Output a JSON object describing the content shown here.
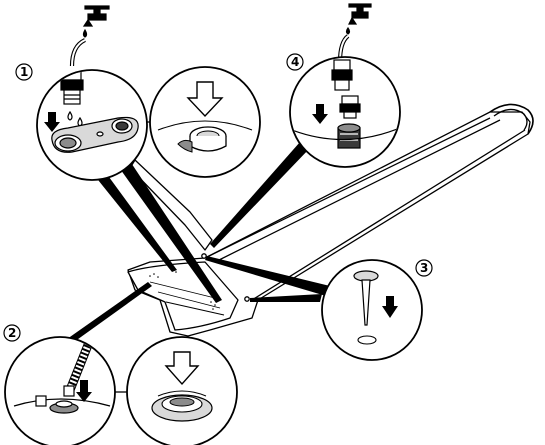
{
  "steps": [
    {
      "id": "1",
      "label": "1"
    },
    {
      "id": "2",
      "label": "2"
    },
    {
      "id": "3",
      "label": "3"
    },
    {
      "id": "4",
      "label": "4"
    }
  ],
  "colors": {
    "line": "#000000",
    "fill": "#ffffff",
    "grey_light": "#d9d9d9",
    "grey_mid": "#8c8c8c",
    "grey_dark": "#3a3a3a"
  },
  "icons": [
    "tap-icon",
    "hose-connector-icon",
    "water-drop-icon",
    "down-arrow-icon",
    "hollow-arrow-icon",
    "ground-peg-icon"
  ]
}
